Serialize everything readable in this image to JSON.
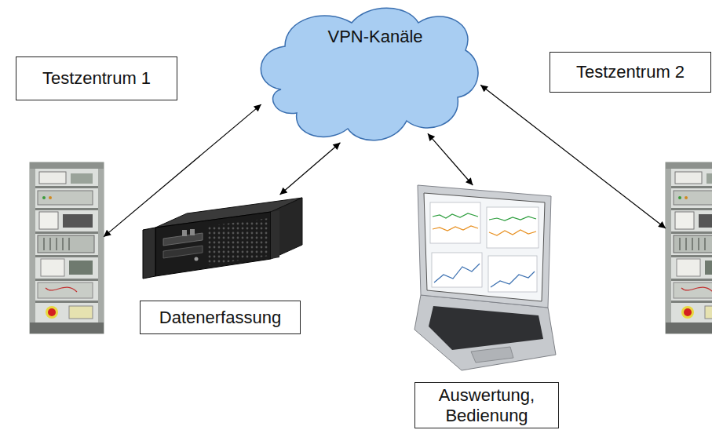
{
  "diagram": {
    "nodes": [
      {
        "text": [
          "Testzentrum 1"
        ]
      },
      {
        "text": [
          "VPN-Kanäle"
        ]
      },
      {
        "text": [
          "Testzentrum 2"
        ]
      },
      {
        "text": [
          "Datenerfassung"
        ]
      },
      {
        "text": [
          "Auswertung, Bedienung"
        ]
      }
    ],
    "edges": [
      {
        "from": 1,
        "to": 0,
        "arrow": "both"
      },
      {
        "from": 1,
        "to": 3,
        "arrow": "both"
      },
      {
        "from": 1,
        "to": 4,
        "arrow": "both"
      },
      {
        "from": 1,
        "to": 2,
        "arrow": "both"
      }
    ]
  }
}
